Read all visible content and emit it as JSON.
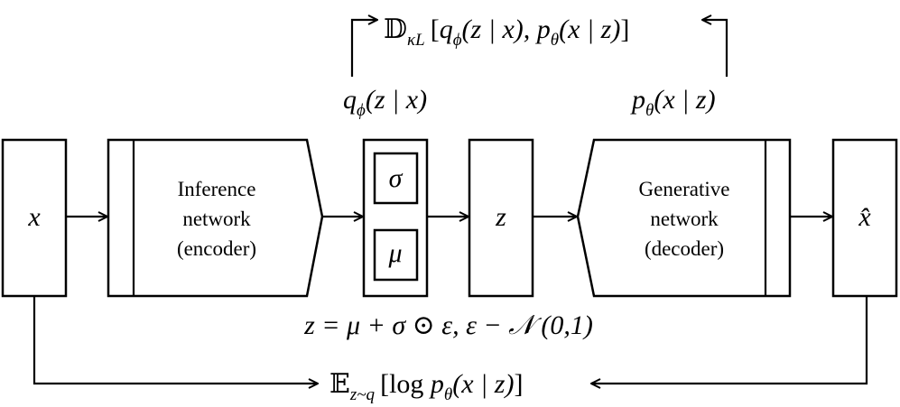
{
  "nodes": {
    "input": "x",
    "encoder": [
      "Inference",
      "network",
      "(encoder)"
    ],
    "sigma": "σ",
    "mu": "μ",
    "latent": "z",
    "decoder": [
      "Generative",
      "network",
      "(decoder)"
    ],
    "output": "x̂"
  },
  "labels": {
    "posterior": {
      "q": "q",
      "sub": "ϕ",
      "args": "(z | x)"
    },
    "likelihood": {
      "p": "p",
      "sub": "θ",
      "args": "(x | z)"
    },
    "kl": {
      "D": "𝔻",
      "sub": "κL",
      "open": "[",
      "body1": "q",
      "body1_sub": "ϕ",
      "body1_args": "(z | x), ",
      "body2": "p",
      "body2_sub": "θ",
      "body2_args": "(x | z)",
      "close": "]"
    },
    "reparam": "z = μ + σ ⊙ ε, ε − 𝒩 (0,1)",
    "expectation": {
      "E": "𝔼",
      "sub": "z~q",
      "open": "[",
      "log": "log ",
      "p": "p",
      "p_sub": "θ",
      "args": "(x | z)",
      "close": "]"
    }
  }
}
